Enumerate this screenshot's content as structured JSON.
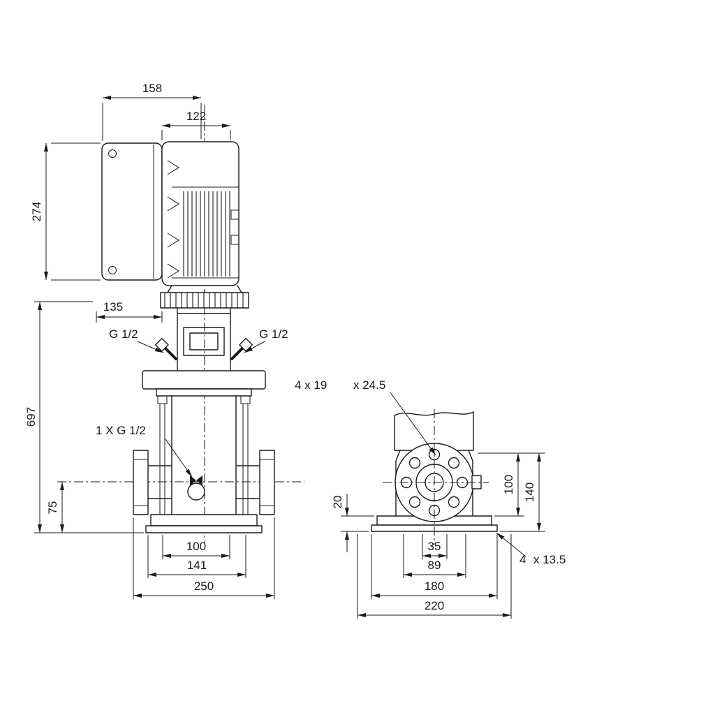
{
  "colors": {
    "background": "#ffffff",
    "ink": "#1a1a1a"
  },
  "side_view": {
    "dim_width_total": "158",
    "dim_width_motor": "122",
    "dim_height_motor": "274",
    "dim_width_box": "135",
    "dim_height_total": "697",
    "dim_port_height": "75",
    "plug_left_label": "G 1/2",
    "plug_right_label": "G 1/2",
    "drain_label": "1 X G 1/2",
    "dim_port_span": "100",
    "dim_flange_inner": "141",
    "dim_flange_outer": "250"
  },
  "end_view": {
    "flange_note_a": "4 x 19",
    "flange_note_b": "x 24.5",
    "dim_base_height": "20",
    "dim_flange_to_base_top": "100",
    "dim_flange_to_base_bottom": "140",
    "dim_holes_35": "35",
    "dim_holes_89": "89",
    "dim_base_180": "180",
    "dim_base_220": "220",
    "base_note_a": "4",
    "base_note_b": "x 13.5"
  }
}
